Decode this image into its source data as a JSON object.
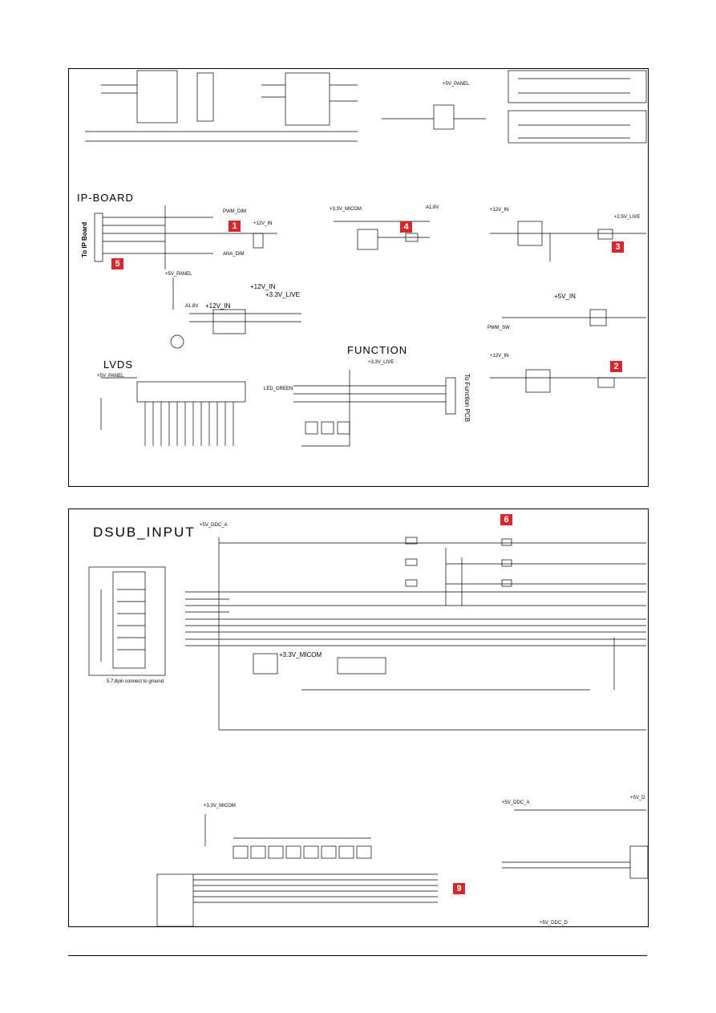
{
  "top_sheet": {
    "ip_board_title": "IP-BOARD",
    "to_ip_board": "To IP Board",
    "pwm_dim": "PWM_DIM",
    "ana_dim": "ANA_DIM",
    "plus12v_in_a": "+12V_IN",
    "plus5v_panel_top": "+5V_PANEL",
    "plus5v_panel_ip": "+5V_PANEL",
    "plus33v_micom": "+3.3V_MICOM",
    "a18v": "A1.8V",
    "plus12v_in_b": "+12V_IN",
    "plus33v_live": "+3.3V_LIVE",
    "function_title": "FUNCTION",
    "plus33v_live_func": "+3.3V_LIVE",
    "to_function_pcb": "To Function PCB",
    "lvds_title": "LVDS",
    "plus5v_panel_lvds": "+5V_PANEL",
    "led_green": "LED_GREEN",
    "plus12v_in_c": "+12V_IN",
    "plus12v_in_d": "+12V_IN",
    "plus5v_in": "+5V_IN",
    "rail_2v5": "+2.5V_LIVE",
    "pwm_sw": "PWM_SW",
    "markers": [
      "1",
      "2",
      "3",
      "4",
      "5"
    ]
  },
  "bottom_sheet": {
    "dsub_title": "DSUB_INPUT",
    "plus5v_ddc_a": "+5V_DDC_A",
    "plus33v_micom": "+3.3V_MICOM",
    "pin_note": "5,7,8pin connect to ground",
    "plus33v_micom_b": "+3.3V_MICOM",
    "plus5v_ddc_a_b": "+5V_DDC_A",
    "plus5v_d": "+5V_D",
    "plus5v_ddc_d": "+5V_DDC_D",
    "markers": [
      "6",
      "9"
    ]
  },
  "colors": {
    "marker": "#d9262b",
    "line": "#000000"
  }
}
